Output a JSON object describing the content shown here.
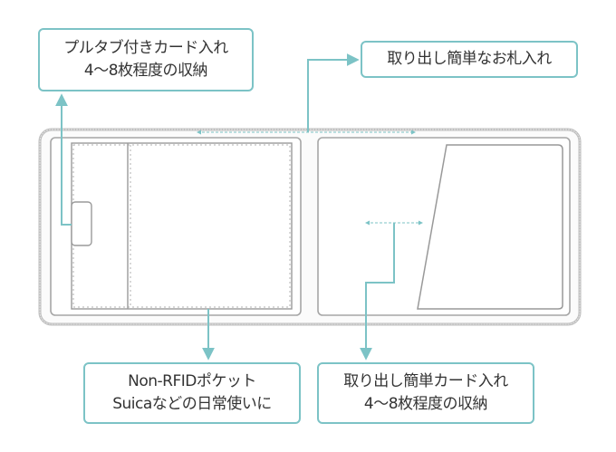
{
  "diagram": {
    "title": "Wallet interior layout",
    "accent_color": "#7cc3c6",
    "outline_color": "#a6a6a6",
    "callouts": {
      "pull_tab_card": {
        "lines": [
          "プルタブ付きカード入れ",
          "4〜8枚程度の収納"
        ]
      },
      "bill_compartment": {
        "lines": [
          "取り出し簡単なお札入れ"
        ]
      },
      "non_rfid_pocket": {
        "lines": [
          "Non-RFIDポケット",
          "Suicaなどの日常使いに"
        ]
      },
      "easy_card_slot": {
        "lines": [
          "取り出し簡単カード入れ",
          "4〜8枚程度の収納"
        ]
      }
    },
    "parts": {
      "outer_body": "wallet-body",
      "left_panel": "left-panel",
      "right_panel": "right-panel",
      "pull_tab": "pull-tab",
      "card_pocket_slanted": "slanted-card-pocket"
    }
  }
}
